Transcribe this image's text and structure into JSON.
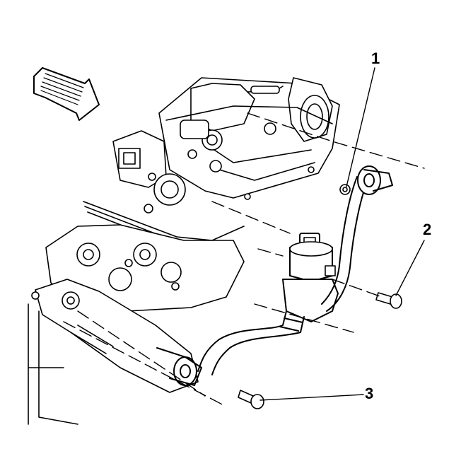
{
  "callouts": [
    {
      "id": "1",
      "label": "1"
    },
    {
      "id": "2",
      "label": "2"
    },
    {
      "id": "3",
      "label": "3"
    }
  ],
  "colors": {
    "line": "#000000",
    "fill": "#ffffff",
    "background": "#ffffff"
  },
  "icons": {
    "direction_arrow": "front-of-vehicle-arrow-icon"
  }
}
